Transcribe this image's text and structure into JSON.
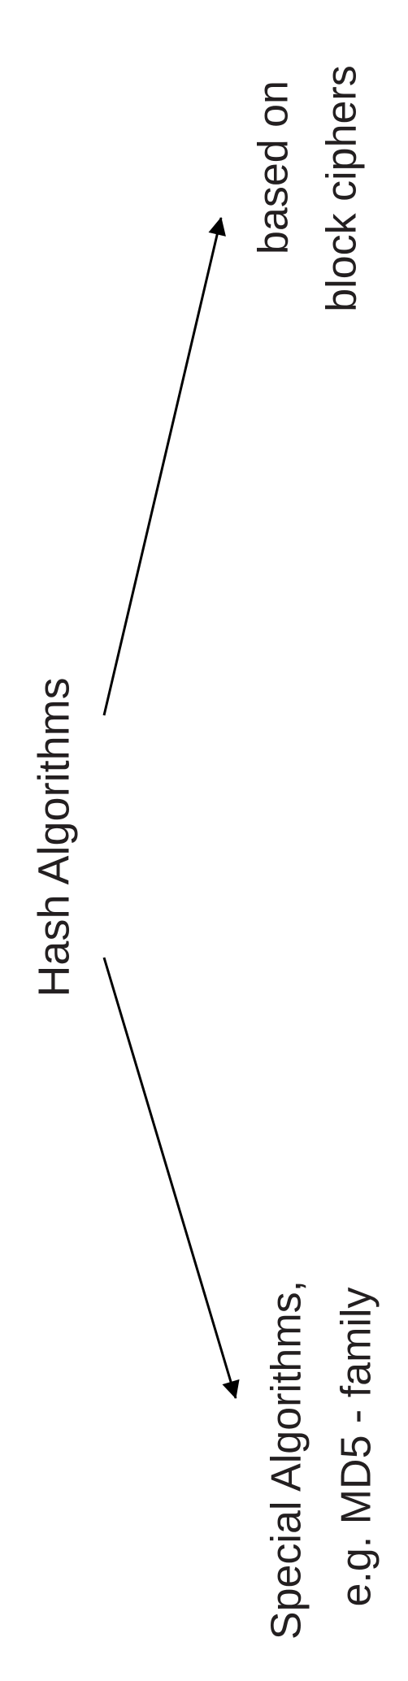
{
  "diagram": {
    "root": {
      "label": "Hash Algorithms"
    },
    "branches": [
      {
        "id": "block-ciphers",
        "lines": [
          "based on",
          "block ciphers"
        ]
      },
      {
        "id": "special",
        "lines": [
          "Special Algorithms,",
          "e.g. MD5 - family"
        ]
      }
    ],
    "colors": {
      "text": "#231f20",
      "stroke": "#000000",
      "background": "#ffffff"
    }
  }
}
